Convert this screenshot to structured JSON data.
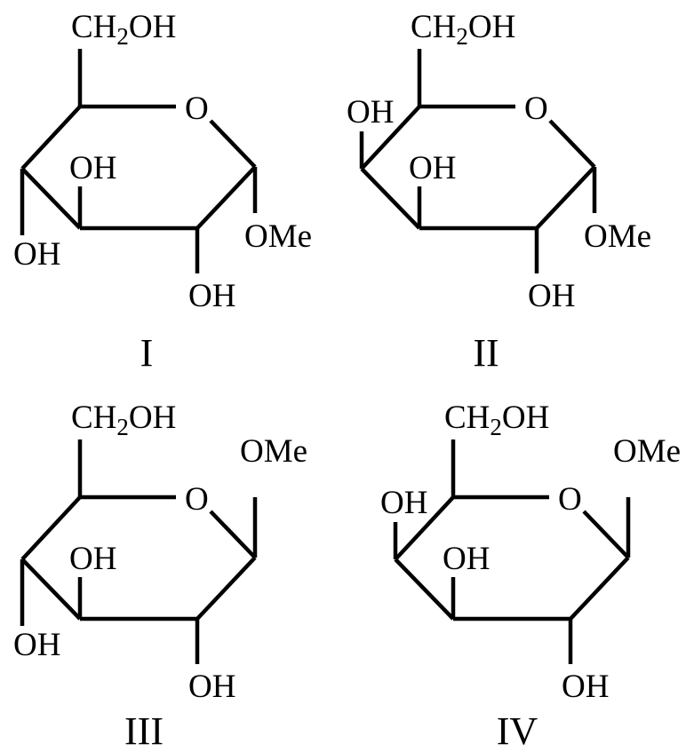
{
  "structures": [
    {
      "label": "I",
      "ch2oh": {
        "a": "CH",
        "sub": "2",
        "b": "OH"
      },
      "ring_o": "O",
      "c4": "OH",
      "c3": "OH",
      "c2": "OH",
      "c1": "OMe"
    },
    {
      "label": "II",
      "ch2oh": {
        "a": "CH",
        "sub": "2",
        "b": "OH"
      },
      "ring_o": "O",
      "c4": "OH",
      "c3": "OH",
      "c2": "OH",
      "c1": "OMe"
    },
    {
      "label": "III",
      "ch2oh": {
        "a": "CH",
        "sub": "2",
        "b": "OH"
      },
      "ring_o": "O",
      "c4": "OH",
      "c3": "OH",
      "c2": "OH",
      "c1": "OMe"
    },
    {
      "label": "IV",
      "ch2oh": {
        "a": "CH",
        "sub": "2",
        "b": "OH"
      },
      "ring_o": "O",
      "c4": "OH",
      "c3": "OH",
      "c2": "OH",
      "c1": "OMe"
    }
  ]
}
